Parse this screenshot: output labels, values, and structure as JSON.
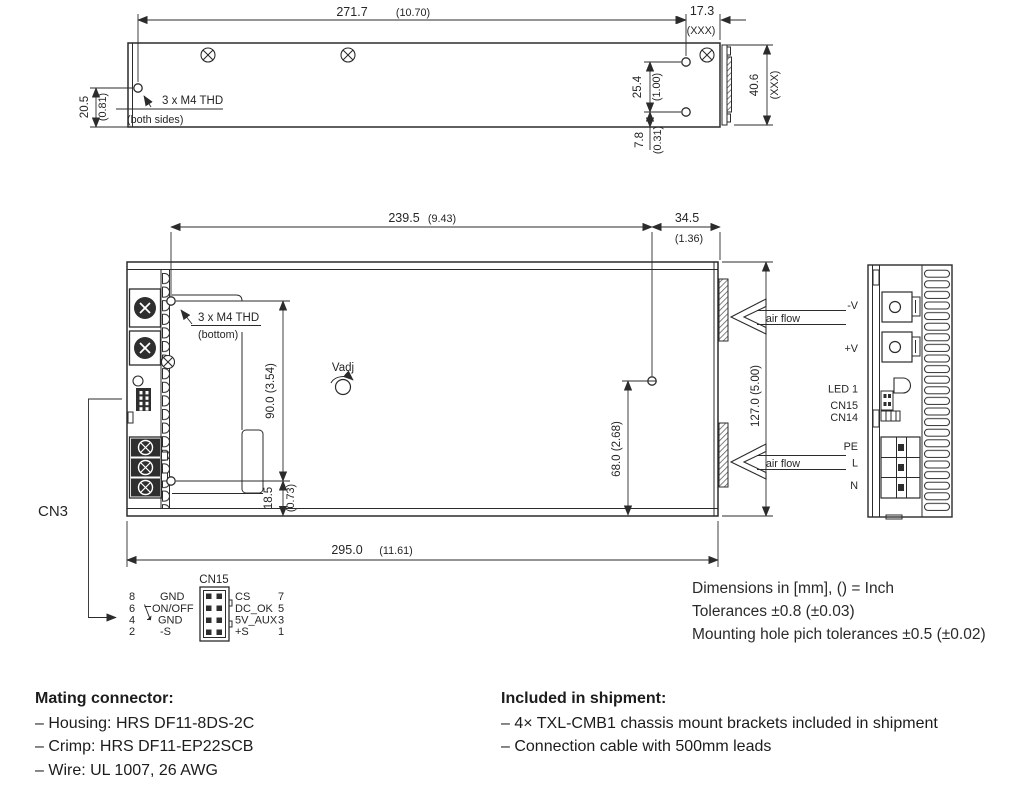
{
  "views": {
    "top": {
      "thd_label": "3 x M4 THD",
      "thd_sub": "(both sides)",
      "dims": {
        "width_mm": "271.7",
        "width_in": "(10.70)",
        "end_mm": "17.3",
        "end_in": "(XXX)",
        "hole_y_mm": "20.5",
        "hole_y_in": "(0.81)",
        "hole_pitch_mm": "25.4",
        "hole_pitch_in": "(1.00)",
        "hole_bottom_mm": "7.8",
        "hole_bottom_in": "(0.31)",
        "height_mm": "40.6",
        "height_in": "(XXX)"
      }
    },
    "front": {
      "thd_label": "3 x M4 THD",
      "thd_sub": "(bottom)",
      "vadj": "Vadj",
      "airflow": "air flow",
      "cn3": "CN3",
      "dims": {
        "width_mm": "239.5",
        "width_in": "(9.43)",
        "fin_mm": "34.5",
        "fin_in": "(1.36)",
        "hole_span": "90.0 (3.54)",
        "hole_bottom_mm": "18.5",
        "hole_bottom_in": "(0.73)",
        "hole2": "68.0 (2.68)",
        "height": "127.0 (5.00)",
        "total_mm": "295.0",
        "total_in": "(11.61)"
      }
    },
    "side": {
      "labels": {
        "neg_v": "-V",
        "pos_v": "+V",
        "led": "LED 1",
        "cn15": "CN15",
        "cn14": "CN14",
        "pe": "PE",
        "line": "L",
        "neutral": "N"
      }
    }
  },
  "cn15": {
    "title": "CN15",
    "rows": [
      {
        "left_num": "8",
        "left_label": "GND",
        "right_label": "CS",
        "right_num": "7"
      },
      {
        "left_num": "6",
        "left_label": "ON/OFF",
        "right_label": "DC_OK",
        "right_num": "5"
      },
      {
        "left_num": "4",
        "left_label": "GND",
        "right_label": "5V_AUX",
        "right_num": "3"
      },
      {
        "left_num": "2",
        "left_label": "-S",
        "right_label": "+S",
        "right_num": "1"
      }
    ]
  },
  "notes": {
    "line1": "Dimensions in [mm], () = Inch",
    "line2": "Tolerances  ±0.8 (±0.03)",
    "line3": "Mounting hole pich tolerances ±0.5 (±0.02)"
  },
  "mating": {
    "title": "Mating connector:",
    "item1": "– Housing: HRS DF11-8DS-2C",
    "item2": "– Crimp: HRS DF11-EP22SCB",
    "item3": "– Wire: UL 1007, 26 AWG"
  },
  "shipment": {
    "title": "Included in shipment:",
    "item1": "– 4× TXL-CMB1 chassis mount brackets included in shipment",
    "item2": "– Connection cable with 500mm leads"
  }
}
